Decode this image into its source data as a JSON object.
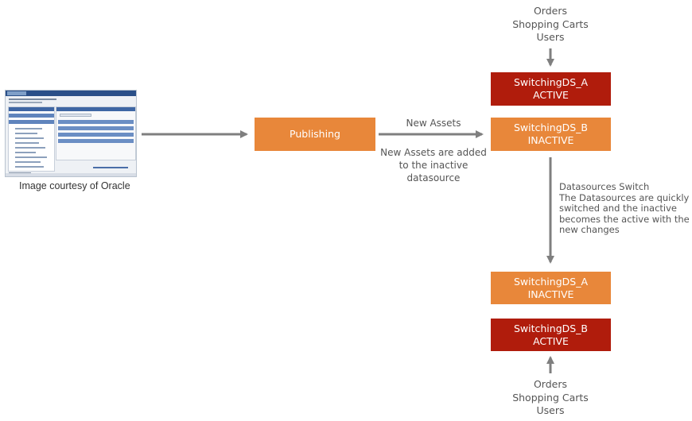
{
  "thumbnail": {
    "caption": "Image courtesy of Oracle"
  },
  "publishing": {
    "label": "Publishing"
  },
  "new_assets_arrow": {
    "top_label": "New Assets",
    "bottom_label": [
      "New Assets are added",
      "to the inactive datasource"
    ]
  },
  "top_inputs": [
    "Orders",
    "Shopping Carts",
    "Users"
  ],
  "before": {
    "ds_a": {
      "name": "SwitchingDS_A",
      "state": "ACTIVE"
    },
    "ds_b": {
      "name": "SwitchingDS_B",
      "state": "INACTIVE"
    }
  },
  "switch_note": {
    "title": "Datasources Switch",
    "lines": [
      "The Datasources are quickly",
      "switched and the inactive",
      "becomes the active with the",
      "new changes"
    ]
  },
  "after": {
    "ds_a": {
      "name": "SwitchingDS_A",
      "state": "INACTIVE"
    },
    "ds_b": {
      "name": "SwitchingDS_B",
      "state": "ACTIVE"
    }
  },
  "bottom_inputs": [
    "Orders",
    "Shopping Carts",
    "Users"
  ],
  "colors": {
    "orange": "#e8873a",
    "dark_red": "#b01c0c",
    "arrow": "#7f7f7f",
    "text": "#555555"
  }
}
